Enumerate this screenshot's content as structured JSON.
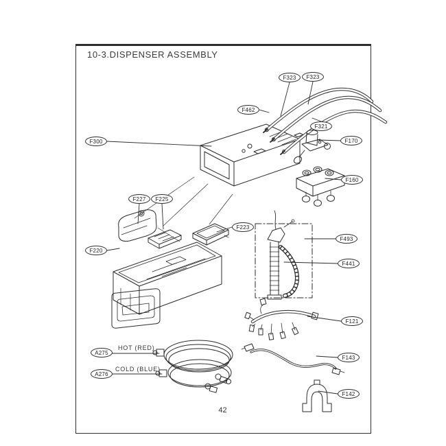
{
  "page": {
    "title": "10-3.DISPENSER ASSEMBLY",
    "page_number": "42"
  },
  "hose_labels": {
    "hot": "HOT (RED)",
    "cold": "COLD (BLUE)"
  },
  "callouts": [
    {
      "label": "F323"
    },
    {
      "label": "F323"
    },
    {
      "label": "F462"
    },
    {
      "label": "F321"
    },
    {
      "label": "F300"
    },
    {
      "label": "F170"
    },
    {
      "label": "F160"
    },
    {
      "label": "F227"
    },
    {
      "label": "F225"
    },
    {
      "label": "F223"
    },
    {
      "label": "F220"
    },
    {
      "label": "F493"
    },
    {
      "label": "F441"
    },
    {
      "label": "F121"
    },
    {
      "label": "F143"
    },
    {
      "label": "F142"
    },
    {
      "label": "A275"
    },
    {
      "label": "A276"
    }
  ],
  "colors": {
    "ink": "#2b2b2b",
    "paper": "#ffffff"
  }
}
